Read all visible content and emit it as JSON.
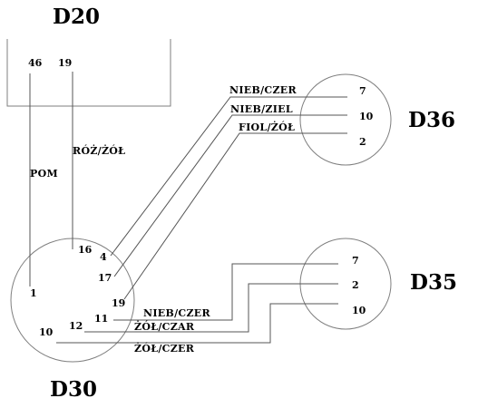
{
  "connectors": {
    "d20": {
      "label": "D20",
      "pins": [
        "46",
        "19"
      ]
    },
    "d36": {
      "label": "D36",
      "pins": [
        "7",
        "10",
        "2"
      ]
    },
    "d35": {
      "label": "D35",
      "pins": [
        "7",
        "2",
        "10"
      ]
    },
    "d30": {
      "label": "D30",
      "pins": [
        "16",
        "4",
        "17",
        "19",
        "1",
        "11",
        "12",
        "10"
      ]
    }
  },
  "wires": [
    {
      "label": "POM",
      "from": "D20-46",
      "to": "D30-1"
    },
    {
      "label": "RÓŻ/ŻÓŁ",
      "from": "D20-19",
      "to": "D30-16"
    },
    {
      "label": "NIEB/CZER",
      "from": "D30-4",
      "to": "D36-7"
    },
    {
      "label": "NIEB/ZIEL",
      "from": "D30-17",
      "to": "D36-10"
    },
    {
      "label": "FIOL/ŻÓŁ",
      "from": "D30-19",
      "to": "D36-2"
    },
    {
      "label": "NIEB/CZER",
      "from": "D30-11",
      "to": "D35-7"
    },
    {
      "label": "ŻÓŁ/CZAR",
      "from": "D30-12",
      "to": "D35-2"
    },
    {
      "label": "ŻÓŁ/CZER",
      "from": "D30-10",
      "to": "D35-10"
    }
  ]
}
